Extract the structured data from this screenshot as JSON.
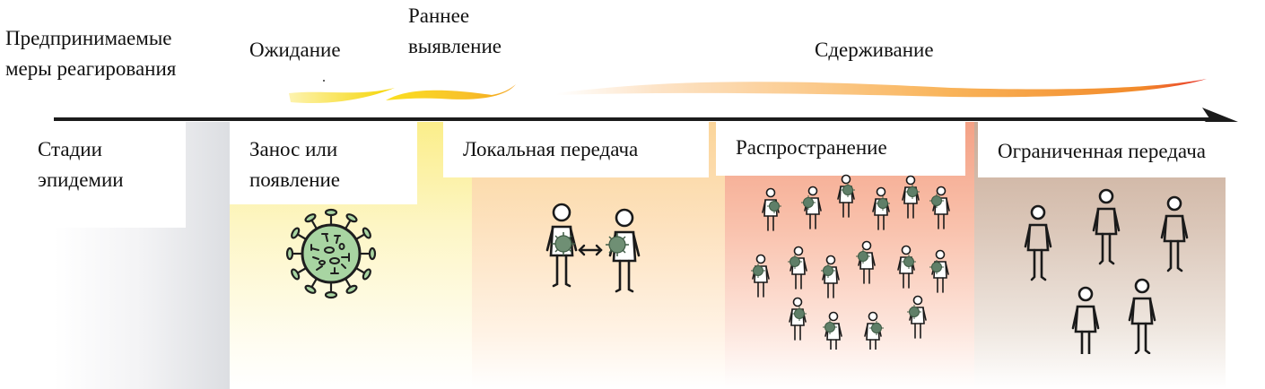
{
  "response": {
    "row_label": "Предпринимаемые меры реагирования",
    "row_label_lines": [
      "Предпринимаемые",
      "меры реагирования"
    ],
    "measures": [
      {
        "label": "Ожидание",
        "color_start": "#fdf3a0",
        "color_end": "#f5d800"
      },
      {
        "label_lines": [
          "Раннее",
          "выявление"
        ],
        "label": "Раннее выявление",
        "color_start": "#fbe34d",
        "color_end": "#f6a81a"
      },
      {
        "label": "Сдерживание",
        "color_start": "#fde9d0",
        "color_end": "#ee4a21"
      }
    ]
  },
  "stages": {
    "row_label": "Стадии эпидемии",
    "row_label_lines": [
      "Стадии",
      "эпидемии"
    ],
    "items": [
      {
        "label": "Занос или появление",
        "label_lines": [
          "Занос или",
          "появление"
        ],
        "color": "#fbee8a",
        "illustration": "virus-icon"
      },
      {
        "label": "Локальная передача",
        "color": "#fbd59a",
        "illustration": "two-people-transmission-icon"
      },
      {
        "label": "Распространение",
        "color": "#f4a185",
        "illustration": "crowd-infected-icon"
      },
      {
        "label": "Ограниченная передача",
        "color": "#c9ab97",
        "illustration": "few-people-icon"
      }
    ]
  },
  "colors": {
    "axis": "#1b1b1b",
    "virus_fill": "#a8d5a2",
    "virus_outline": "#1e1e1e"
  }
}
